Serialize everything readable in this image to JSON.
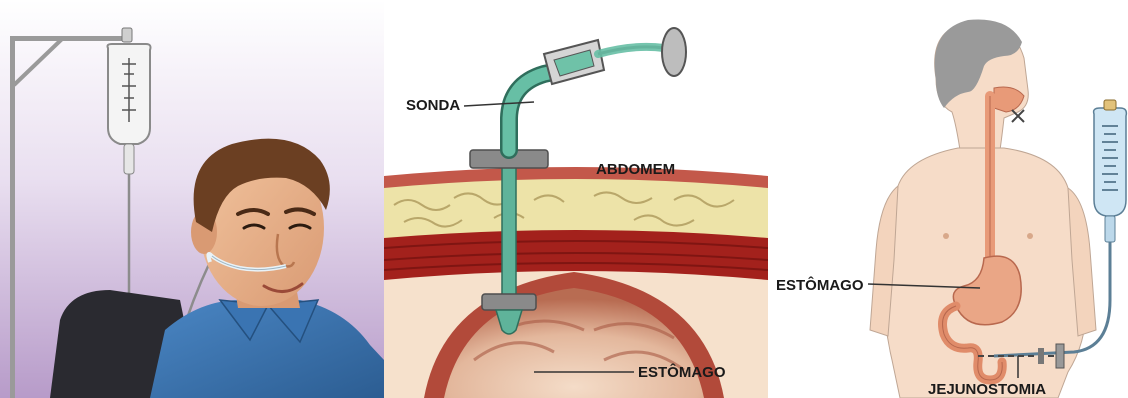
{
  "panels": {
    "gastrostomy": {
      "labels": {
        "sonda": "SONDA",
        "abdomem": "ABDOMEM",
        "estomago": "ESTÔMAGO"
      }
    },
    "jejunostomy": {
      "labels": {
        "estomago": "ESTÔMAGO",
        "jejunostomia": "JEJUNOSTOMIA"
      }
    }
  }
}
